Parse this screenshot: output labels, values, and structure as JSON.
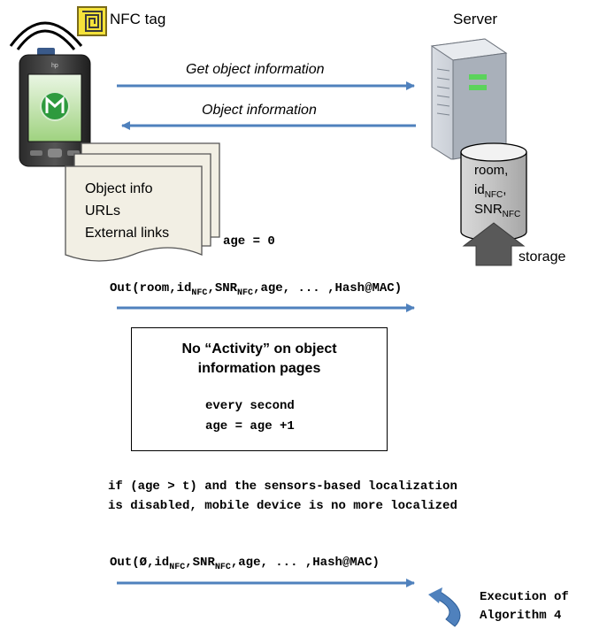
{
  "labels": {
    "nfc_tag": "NFC tag",
    "server": "Server",
    "get_object_info": "Get object information",
    "object_info": "Object information",
    "doc_lines": [
      "Object info",
      "URLs",
      "External links"
    ],
    "age_init": "age = 0",
    "storage_lines": [
      "room,",
      "id",
      "SNR"
    ],
    "storage_sub": "NFC",
    "storage": "storage",
    "phone_brand": "hp"
  },
  "out1": {
    "prefix": "Out(room,id",
    "sub": "NFC",
    "mid": ",SNR",
    "suffix": ",age, ... ,Hash@MAC)"
  },
  "activity_box": {
    "title_lines": [
      "No “Activity” on object",
      "information pages"
    ],
    "code_lines": [
      "every second",
      "age = age +1"
    ]
  },
  "condition_lines": [
    "if (age > t) and the sensors-based localization",
    "is disabled, mobile device is no more localized"
  ],
  "out2": {
    "prefix": "Out(Ø,id",
    "sub": "NFC",
    "mid": ",SNR",
    "suffix": ",age, ... ,Hash@MAC)"
  },
  "execution_lines": [
    "Execution of",
    "Algorithm 4"
  ],
  "colors": {
    "arrow": "#4f81bd",
    "doc_fill": "#f2efe4",
    "cylinder_top": "#f2f2f2",
    "cylinder_body": "#c6c6c6",
    "storage_arrow": "#595959"
  }
}
